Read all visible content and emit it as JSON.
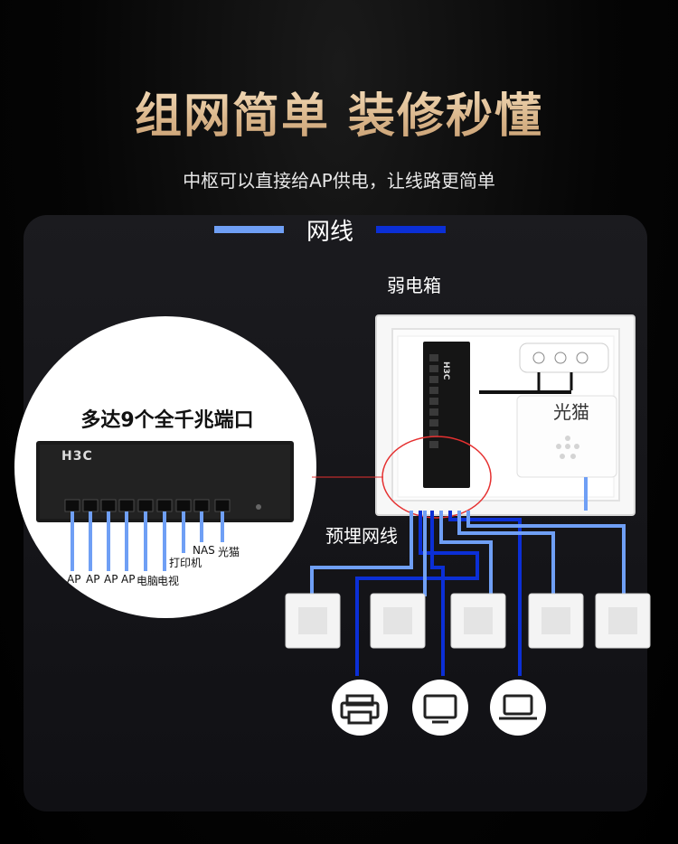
{
  "headline": "组网简单 装修秒懂",
  "subline": "中枢可以直接给AP供电，让线路更简单",
  "legend": {
    "label": "网线",
    "color_light": "#6f9ff5",
    "color_dark": "#0b2fd6"
  },
  "diagram": {
    "box_label": "弱电箱",
    "modem_label": "光猫",
    "wiring_label": "预埋网线",
    "zoom_title": "多达9个全千兆端口",
    "brand": "H3C",
    "port_roles": [
      "AP",
      "AP",
      "AP",
      "AP",
      "电脑",
      "电视",
      "打印机",
      "NAS",
      "光猫"
    ]
  },
  "icons": [
    "printer-icon",
    "tv-icon",
    "laptop-icon"
  ]
}
